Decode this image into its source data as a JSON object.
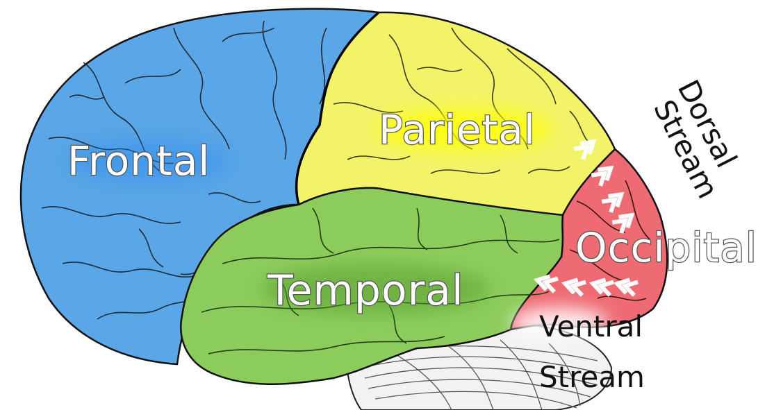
{
  "lobes": {
    "frontal": {
      "label": "Frontal",
      "color": "#5aa6e6"
    },
    "parietal": {
      "label": "Parietal",
      "color": "#f3f36a"
    },
    "temporal": {
      "label": "Temporal",
      "color": "#8ccc5c"
    },
    "occipital": {
      "label": "Occipital",
      "color": "#ee6b74"
    },
    "cerebellum": {
      "color": "#f2f2f2"
    }
  },
  "streams": {
    "dorsal": {
      "line1": "Dorsal",
      "line2": "Stream"
    },
    "ventral": {
      "line1": "Ventral",
      "line2": "Stream"
    }
  },
  "arrow_color": "#ffffff"
}
